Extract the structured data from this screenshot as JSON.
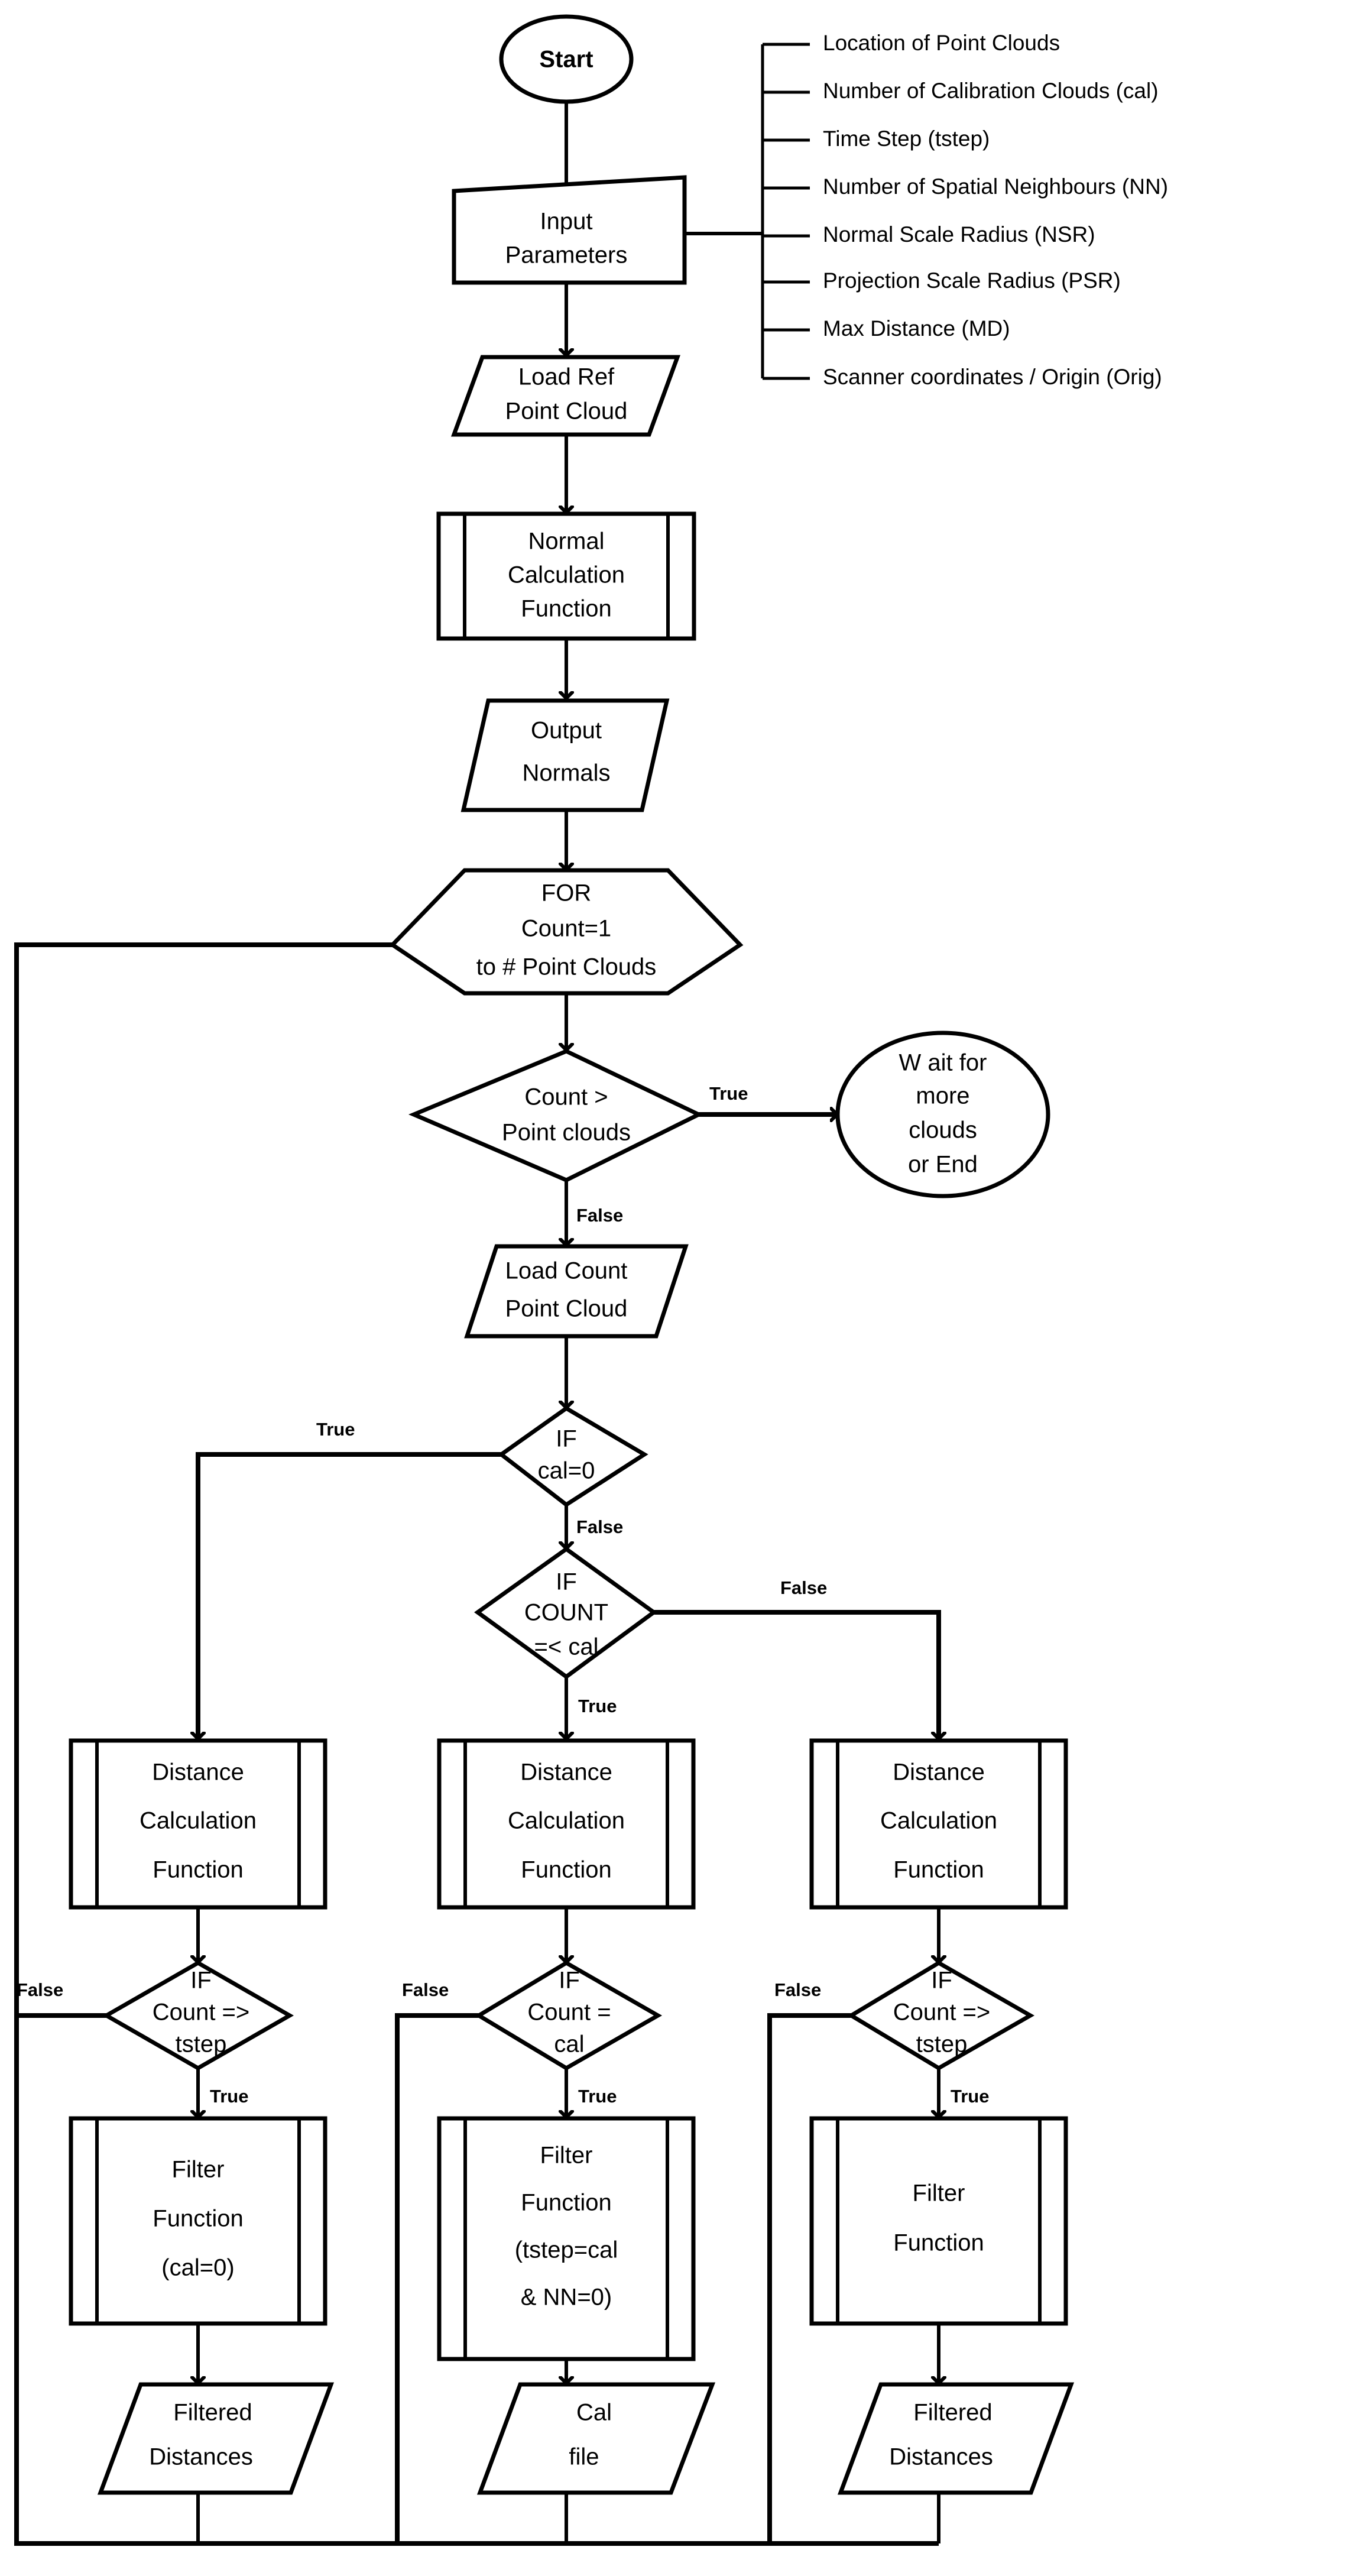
{
  "diagram": {
    "title": "Point Cloud Processing Flowchart",
    "colors": {
      "stroke": "#000000",
      "fill": "#ffffff",
      "background": "#ffffff"
    }
  },
  "nodes": {
    "start": {
      "label": "Start",
      "shape": "terminator-ellipse"
    },
    "input_parameters": {
      "line1": "Input",
      "line2": "Parameters",
      "shape": "manual-input"
    },
    "load_ref_point_cloud": {
      "line1": "Load Ref",
      "line2": "Point Cloud",
      "shape": "parallelogram"
    },
    "normal_calculation_function": {
      "line1": "Normal",
      "line2": "Calculation",
      "line3": "Function",
      "shape": "predefined-process"
    },
    "output_normals": {
      "line1": "Output",
      "line2": "Normals",
      "shape": "parallelogram"
    },
    "for_loop": {
      "line1": "FOR",
      "line2": "Count=1",
      "line3": "to # Point Clouds",
      "shape": "hexagon"
    },
    "count_gt_point_clouds": {
      "line1": "Count >",
      "line2": "Point clouds",
      "shape": "decision"
    },
    "wait_for_more_clouds": {
      "line1": "W ait for",
      "line2": "more",
      "line3": "clouds",
      "line4": "or End",
      "shape": "terminator-ellipse"
    },
    "load_count_point_cloud": {
      "line1": "Load Count",
      "line2": "Point Cloud",
      "shape": "parallelogram"
    },
    "if_cal_zero": {
      "line1": "IF",
      "line2": "cal=0",
      "shape": "decision"
    },
    "if_count_le_cal": {
      "line1": "IF",
      "line2": "COUNT",
      "line3": "=< cal",
      "shape": "decision"
    },
    "distance_calculation_left": {
      "line1": "Distance",
      "line2": "Calculation",
      "line3": "Function",
      "shape": "predefined-process"
    },
    "distance_calculation_middle": {
      "line1": "Distance",
      "line2": "Calculation",
      "line3": "Function",
      "shape": "predefined-process"
    },
    "distance_calculation_right": {
      "line1": "Distance",
      "line2": "Calculation",
      "line3": "Function",
      "shape": "predefined-process"
    },
    "if_count_ge_tstep_left": {
      "line1": "IF",
      "line2": "Count =>",
      "line3": "tstep",
      "shape": "decision"
    },
    "if_count_eq_cal_middle": {
      "line1": "IF",
      "line2": "Count =",
      "line3": "cal",
      "shape": "decision"
    },
    "if_count_ge_tstep_right": {
      "line1": "IF",
      "line2": "Count =>",
      "line3": "tstep",
      "shape": "decision"
    },
    "filter_function_left": {
      "line1": "Filter",
      "line2": "Function",
      "line3": "(cal=0)",
      "shape": "predefined-process"
    },
    "filter_function_middle": {
      "line1": "Filter",
      "line2": "Function",
      "line3": "(tstep=cal",
      "line4": "& NN=0)",
      "shape": "predefined-process"
    },
    "filter_function_right": {
      "line1": "Filter",
      "line2": "Function",
      "shape": "predefined-process"
    },
    "filtered_distances_left": {
      "line1": "Filtered",
      "line2": "Distances",
      "shape": "parallelogram"
    },
    "cal_file_middle": {
      "line1": "Cal",
      "line2": "file",
      "shape": "parallelogram"
    },
    "filtered_distances_right": {
      "line1": "Filtered",
      "line2": "Distances",
      "shape": "parallelogram"
    }
  },
  "parameter_list": {
    "items": [
      "Location of Point Clouds",
      "Number of Calibration Clouds (cal)",
      "Time Step (tstep)",
      "Number of Spatial Neighbours (NN)",
      "Normal Scale Radius (NSR)",
      "Projection Scale Radius (PSR)",
      "Max Distance (MD)",
      "Scanner coordinates / Origin (Orig)"
    ]
  },
  "edge_labels": {
    "count_gt_true": "True",
    "count_gt_false": "False",
    "if_cal_zero_true": "True",
    "if_cal_zero_false": "False",
    "if_count_le_cal_false": "False",
    "if_count_le_cal_true": "True",
    "left_tstep_false": "False",
    "left_tstep_true": "True",
    "mid_cal_false": "False",
    "mid_cal_true": "True",
    "right_tstep_false": "False",
    "right_tstep_true": "True"
  }
}
